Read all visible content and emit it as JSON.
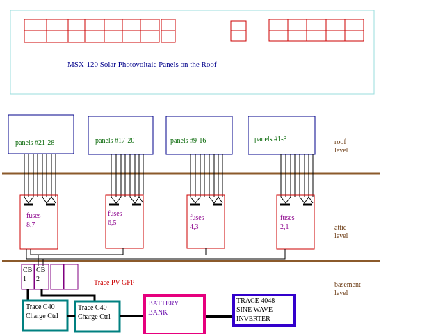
{
  "title": {
    "text": "MSX-120 Solar Photovoltaic Panels on the Roof",
    "color": "#00008b"
  },
  "levels": {
    "roof": "roof level",
    "attic": "attic level",
    "basement": "basement level",
    "color": "#6b3a12"
  },
  "panels": [
    {
      "label": "panels #21-28"
    },
    {
      "label": "panels #17-20"
    },
    {
      "label": "panels #9-16"
    },
    {
      "label": "panels #1-8"
    }
  ],
  "panel_label_color": "#006400",
  "fuses": [
    {
      "label": "fuses",
      "ids": "8,7"
    },
    {
      "label": "fuses",
      "ids": "6,5"
    },
    {
      "label": "fuses",
      "ids": "4,3"
    },
    {
      "label": "fuses",
      "ids": "2,1"
    }
  ],
  "fuse_label_color": "#8b008b",
  "breakers": [
    {
      "label": "CB",
      "num": "1"
    },
    {
      "label": "CB",
      "num": "2"
    }
  ],
  "gfp": {
    "text": "Trace PV GFP",
    "color": "#cc0000"
  },
  "charge_controllers": [
    {
      "line1": "Trace C40",
      "line2": "Charge Ctrl"
    },
    {
      "line1": "Trace C40",
      "line2": "Charge Ctrl"
    }
  ],
  "battery": {
    "line1": "BATTERY",
    "line2": "BANK",
    "color": "#e6007e"
  },
  "inverter": {
    "line1": "TRACE 4048",
    "line2": "SINE WAVE",
    "line3": "INVERTER",
    "color": "#3300cc"
  },
  "colors": {
    "panel_box": "#00008b",
    "roof_array": "#cc0000",
    "outer_frame": "#99dddd",
    "floor_line": "#8b5a2b",
    "fuse_box": "#cc0000",
    "charge_ctrl": "#008080",
    "breaker_box": "#800080"
  }
}
